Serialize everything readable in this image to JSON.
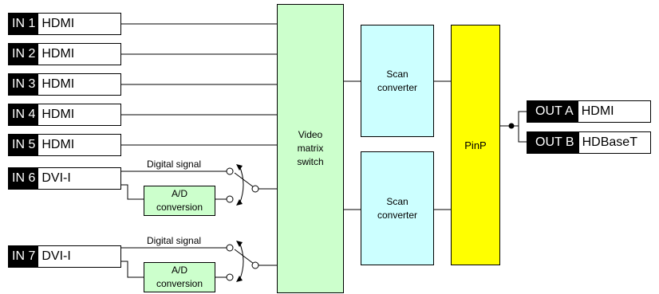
{
  "inputs": [
    {
      "tag": "IN 1",
      "kind": "HDMI"
    },
    {
      "tag": "IN 2",
      "kind": "HDMI"
    },
    {
      "tag": "IN 3",
      "kind": "HDMI"
    },
    {
      "tag": "IN 4",
      "kind": "HDMI"
    },
    {
      "tag": "IN 5",
      "kind": "HDMI"
    },
    {
      "tag": "IN 6",
      "kind": "DVI-I"
    },
    {
      "tag": "IN 7",
      "kind": "DVI-I"
    }
  ],
  "outputs": [
    {
      "tag": "OUT A",
      "kind": "HDMI"
    },
    {
      "tag": "OUT B",
      "kind": "HDBaseT"
    }
  ],
  "blocks": {
    "matrix": "Video\nmatrix\nswitch",
    "scan_top": "Scan\nconverter",
    "scan_bottom": "Scan\nconverter",
    "pinp": "PinP",
    "ad_1": "A/D\nconversion",
    "ad_2": "A/D\nconversion"
  },
  "labels": {
    "digital_1": "Digital signal",
    "digital_2": "Digital signal"
  },
  "colors": {
    "matrix_fill": "#ccffcc",
    "scan_fill": "#ccffff",
    "pinp_fill": "#ffff00",
    "ad_fill": "#ccffcc",
    "port_tag": "#000000"
  }
}
